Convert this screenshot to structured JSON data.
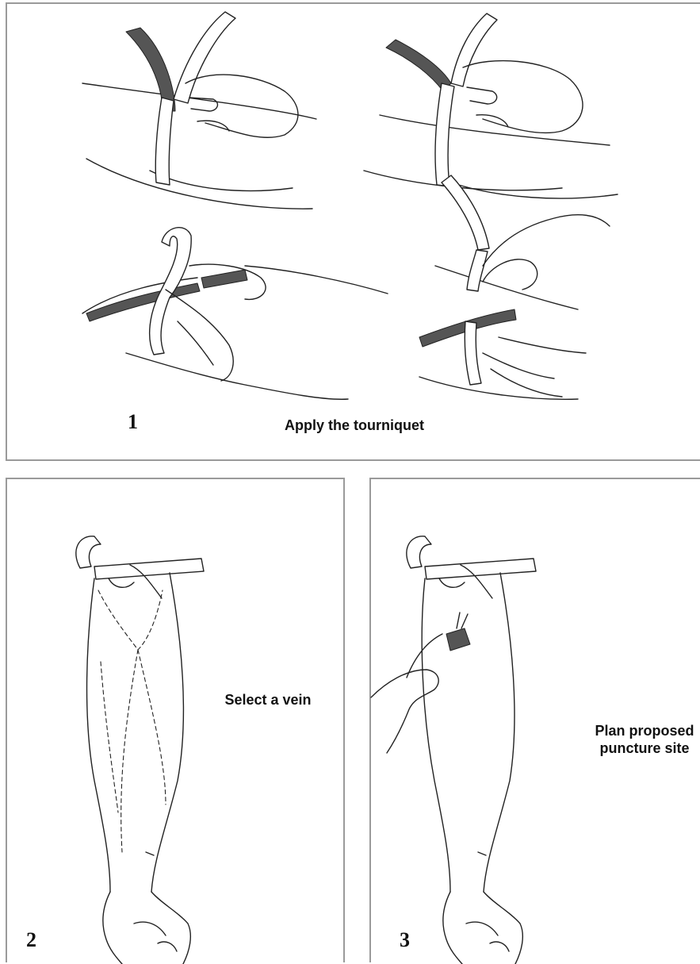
{
  "steps": [
    {
      "number": "1",
      "caption": "Apply the tourniquet"
    },
    {
      "number": "2",
      "caption": "Select a vein"
    },
    {
      "number": "3",
      "caption_line1": "Plan proposed",
      "caption_line2": "puncture site"
    }
  ]
}
